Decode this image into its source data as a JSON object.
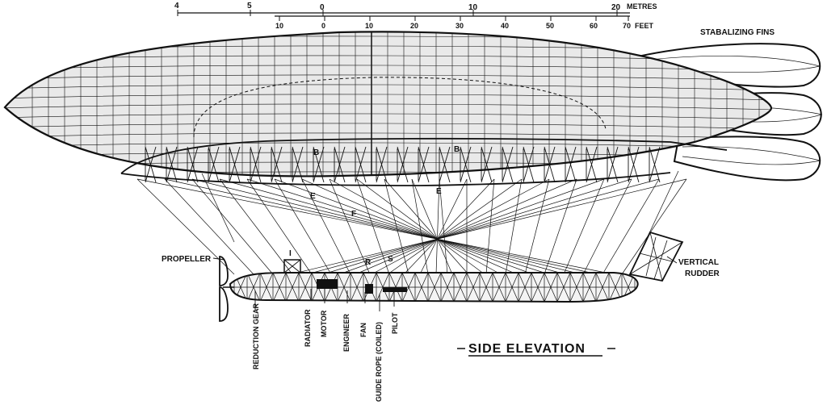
{
  "scale": {
    "metres_ticks": [
      "4",
      "5",
      "0",
      "10",
      "20"
    ],
    "metres_unit": "METRES",
    "feet_ticks": [
      "10",
      "0",
      "10",
      "20",
      "30",
      "40",
      "50",
      "60",
      "70"
    ],
    "feet_unit": "FEET"
  },
  "labels": {
    "fins": "STABALIZING FINS",
    "propeller": "PROPELLER",
    "vertical": "VERTICAL",
    "rudder": "RUDDER",
    "reduction_gear": "REDUCTION GEAR",
    "radiator": "RADIATOR",
    "motor": "MOTOR",
    "engineer": "ENGINEER",
    "fan": "FAN",
    "guide_rope": "GUIDE ROPE (COILED)",
    "pilot": "PILOT",
    "title": "SIDE ELEVATION",
    "letter_b1": "B",
    "letter_b2": "B",
    "letter_e1": "E",
    "letter_e2": "E",
    "letter_f": "F",
    "letter_r": "R",
    "letter_s": "S",
    "letter_i": "I"
  },
  "colors": {
    "ink": "#111111",
    "paper": "#ffffff",
    "envelope": "#e9e9e9"
  }
}
